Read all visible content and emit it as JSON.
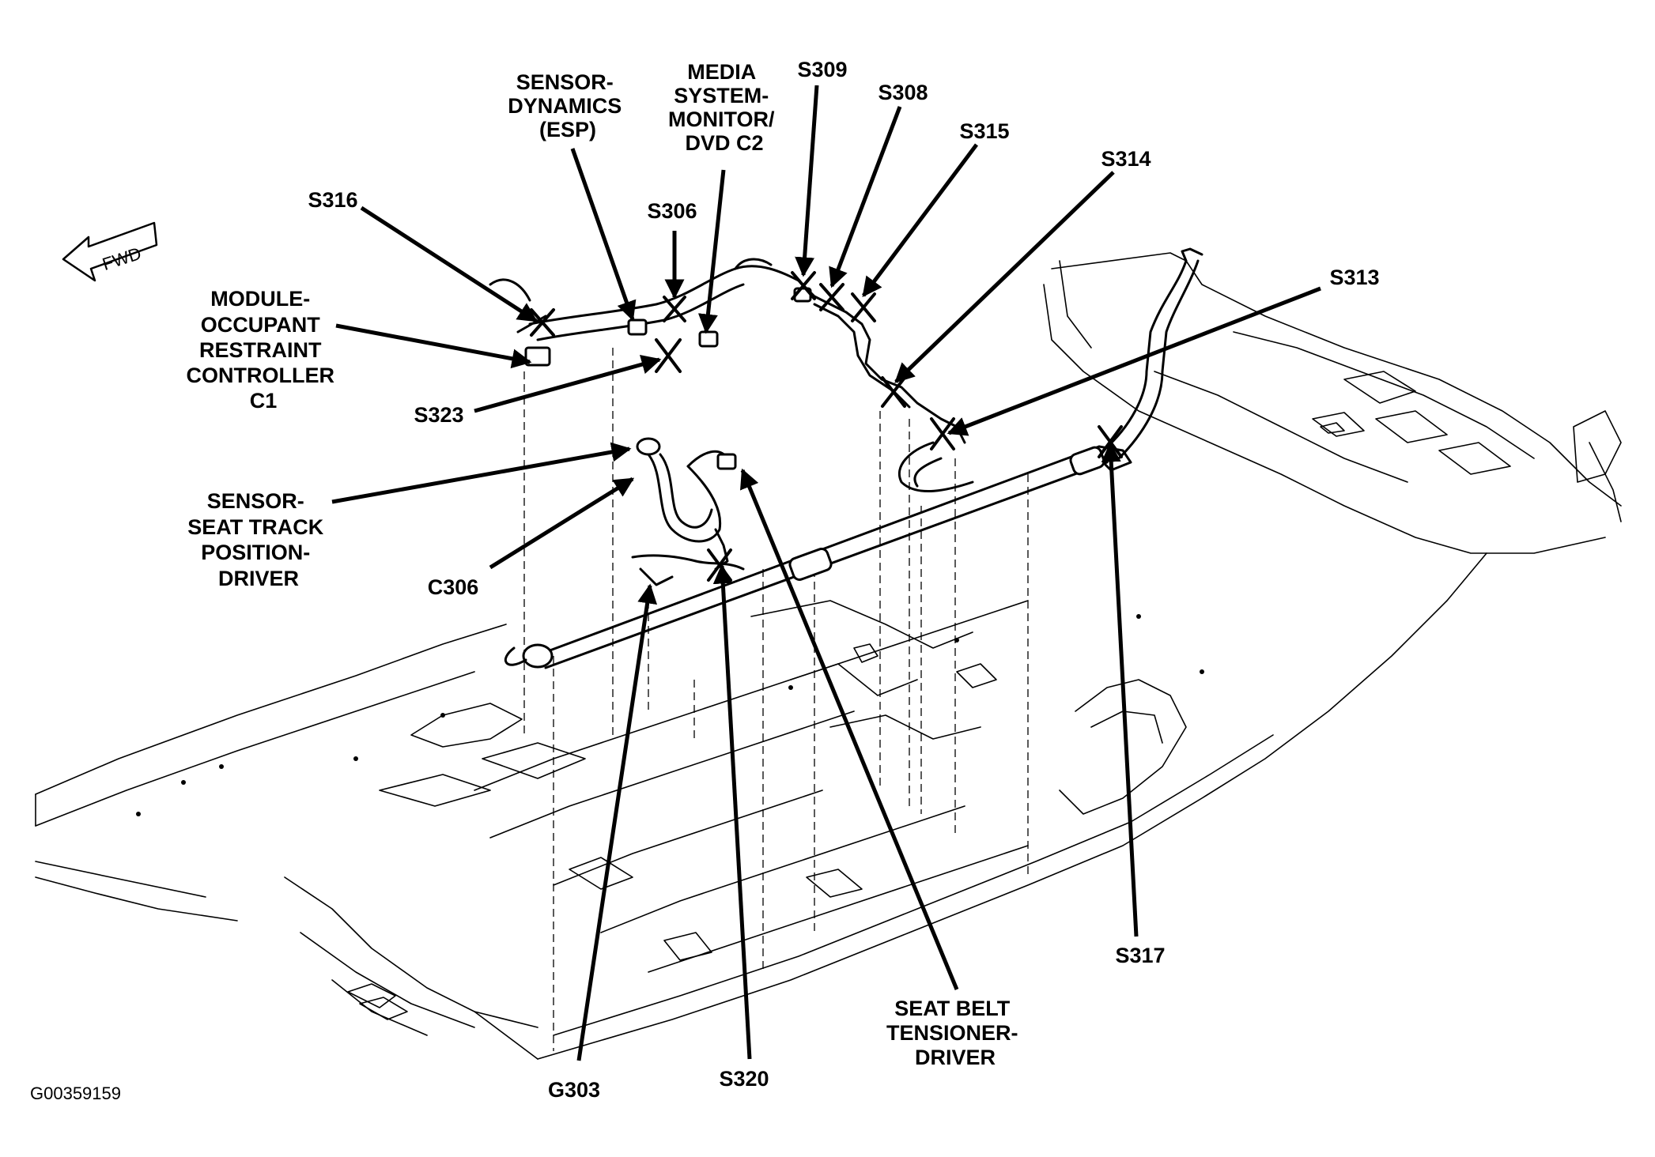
{
  "figure_id": "G00359159",
  "fwd_label": "FWD",
  "labels": {
    "sensor_dynamics": [
      "SENSOR-",
      "DYNAMICS",
      "(ESP)"
    ],
    "media_system": [
      "MEDIA",
      "SYSTEM-",
      "MONITOR/",
      "DVD C2"
    ],
    "s309": "S309",
    "s308": "S308",
    "s315": "S315",
    "s314": "S314",
    "s313": "S313",
    "s316": "S316",
    "s306": "S306",
    "module_occupant": [
      "MODULE-",
      "OCCUPANT",
      "RESTRAINT",
      "CONTROLLER",
      "C1"
    ],
    "s323": "S323",
    "sensor_seat_track": [
      "SENSOR-",
      "SEAT TRACK",
      "POSITION-",
      "DRIVER"
    ],
    "c306": "C306",
    "s317": "S317",
    "seat_belt": [
      "SEAT BELT",
      "TENSIONER-",
      "DRIVER"
    ],
    "g303": "G303",
    "s320": "S320"
  }
}
